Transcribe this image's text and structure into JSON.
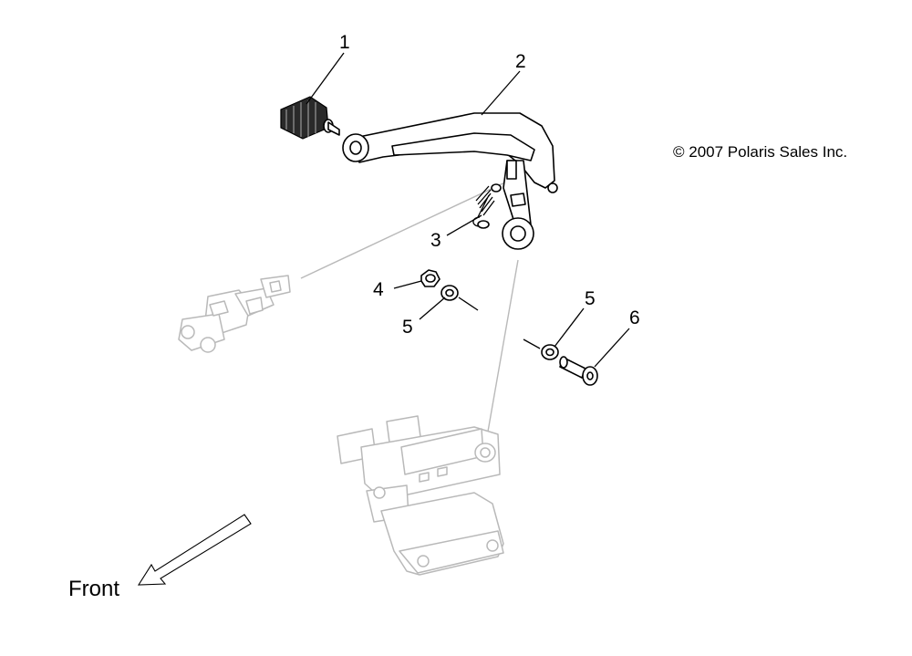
{
  "diagram": {
    "callouts": [
      {
        "id": "1",
        "label": "1"
      },
      {
        "id": "2",
        "label": "2"
      },
      {
        "id": "3",
        "label": "3"
      },
      {
        "id": "4",
        "label": "4"
      },
      {
        "id": "5a",
        "label": "5"
      },
      {
        "id": "5b",
        "label": "5"
      },
      {
        "id": "6",
        "label": "6"
      }
    ],
    "copyright": "© 2007 Polaris Sales Inc.",
    "direction_label": "Front"
  }
}
